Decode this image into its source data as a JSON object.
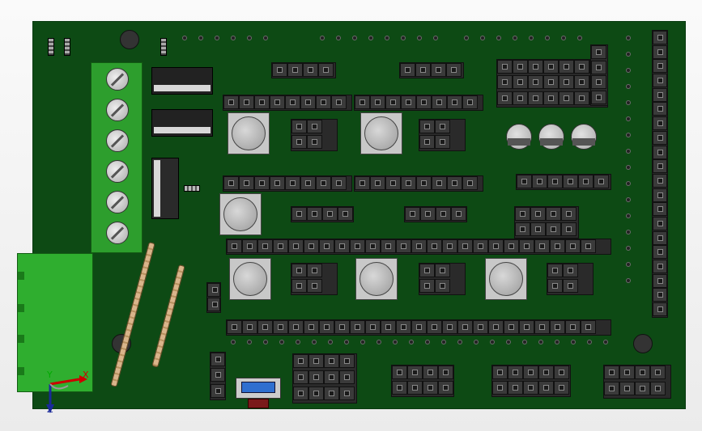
{
  "view": {
    "background": "#f2f2f2",
    "board_color": "#0d4a14",
    "header_color": "#2a2a2a",
    "terminal_color": "#2d9e2d",
    "axis_x_color": "#cc0000",
    "axis_y_color": "#00aa00",
    "axis_z_color": "#1a2a9a"
  },
  "triad": {
    "x_label": "X",
    "y_label": "Y",
    "z_label": "Z"
  }
}
